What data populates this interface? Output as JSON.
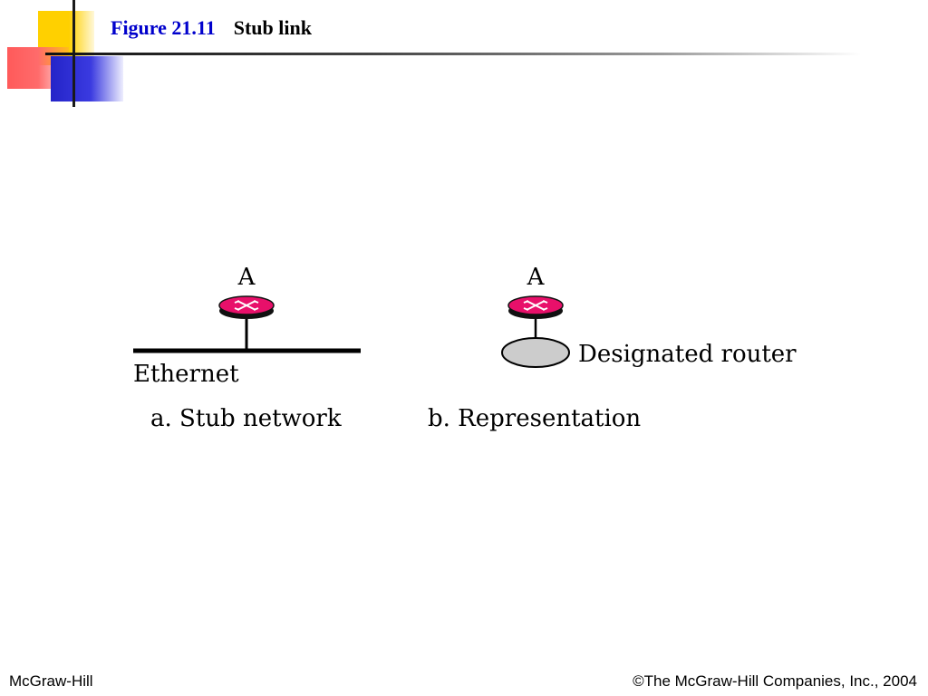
{
  "slide": {
    "figure_label": "Figure 21.11",
    "figure_title": "Stub link"
  },
  "diagram": {
    "part_a": {
      "router_label": "A",
      "network_label": "Ethernet",
      "caption": "a. Stub network"
    },
    "part_b": {
      "router_label": "A",
      "node_label": "Designated router",
      "caption": "b. Representation"
    },
    "colors": {
      "router_fill": "#e8106a",
      "router_base": "#111111",
      "designated_router_fill": "#cccccc"
    }
  },
  "footer": {
    "left": "McGraw-Hill",
    "right": "©The McGraw-Hill Companies, Inc., 2004"
  }
}
